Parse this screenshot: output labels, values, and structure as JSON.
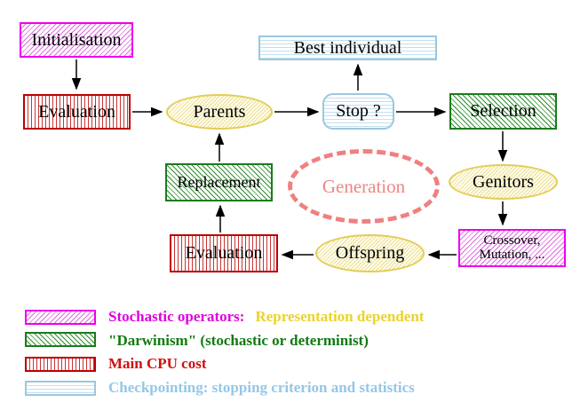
{
  "diagram": {
    "title_hint": "Evolutionary algorithm generation loop",
    "nodes": {
      "initialisation": {
        "label": "Initialisation",
        "pattern": "magenta-hatch"
      },
      "evaluation_top": {
        "label": "Evaluation",
        "pattern": "red-vertical-stripes"
      },
      "parents": {
        "label": "Parents",
        "pattern": "yellow-hatch"
      },
      "best_individual": {
        "label": "Best individual",
        "pattern": "cyan-horizontal-stripes"
      },
      "stop": {
        "label": "Stop ?",
        "pattern": "cyan-horizontal-stripes"
      },
      "selection": {
        "label": "Selection",
        "pattern": "green-hatch"
      },
      "replacement": {
        "label": "Replacement",
        "pattern": "green-hatch"
      },
      "generation": {
        "label": "Generation",
        "style": "dashed-salmon-ellipse"
      },
      "genitors": {
        "label": "Genitors",
        "pattern": "yellow-hatch"
      },
      "crossover_mutation": {
        "label_line1": "Crossover,",
        "label_line2": "Mutation, ...",
        "pattern": "magenta-hatch"
      },
      "evaluation_bottom": {
        "label": "Evaluation",
        "pattern": "red-vertical-stripes"
      },
      "offspring": {
        "label": "Offspring",
        "pattern": "yellow-hatch"
      }
    },
    "arrows": [
      "initialisation->evaluation_top",
      "evaluation_top->parents",
      "parents->stop",
      "stop->best_individual",
      "stop->selection",
      "selection->genitors",
      "genitors->crossover_mutation",
      "crossover_mutation->offspring",
      "offspring->evaluation_bottom",
      "evaluation_bottom->replacement",
      "replacement->parents"
    ]
  },
  "legend": {
    "rows": [
      {
        "swatch": "magenta-hatch",
        "part1": "Stochastic operators:",
        "part2": "Representation dependent"
      },
      {
        "swatch": "green-hatch",
        "part1": "\"Darwinism\" (stochastic or determinist)"
      },
      {
        "swatch": "red-vertical-stripes",
        "part1": "Main CPU cost"
      },
      {
        "swatch": "cyan-horizontal-stripes",
        "part1": "Checkpointing: stopping criterion and statistics"
      }
    ]
  },
  "colors": {
    "magenta_border": "#ee00ee",
    "magenta_hatch": "#e06ae0",
    "red_border": "#bb0000",
    "red_stripe": "#cc3434",
    "green_border": "#1d7a1d",
    "green_hatch": "#2f8f2f",
    "cyan_border": "#9cc7dc",
    "cyan_stripe": "#c2e0f0",
    "yellow_border": "#e2cd55",
    "yellow_hatch": "#ecdf92",
    "salmon": "#f08080",
    "legend_magenta_text": "#dd00dd",
    "legend_gold_text": "#ecd22a",
    "legend_green_text": "#127a12",
    "legend_red_text": "#cc1111",
    "legend_cyan_text": "#93c7e8",
    "arrow": "#000000"
  }
}
